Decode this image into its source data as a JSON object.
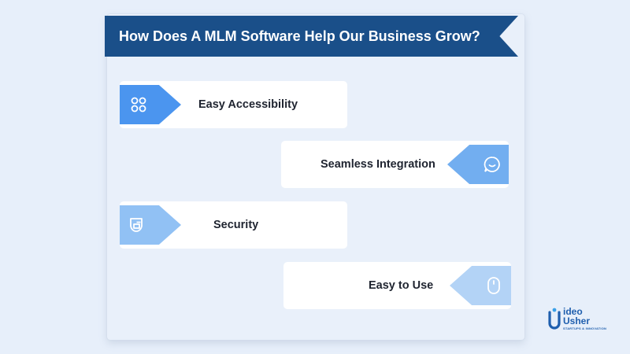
{
  "title": "How Does A MLM Software Help Our Business Grow?",
  "items": [
    {
      "label": "Easy Accessibility",
      "icon": "apps-grid-icon",
      "color": "#4b95ef"
    },
    {
      "label": "Seamless Integration",
      "icon": "chat-bubble-icon",
      "color": "#72aef0"
    },
    {
      "label": "Security",
      "icon": "shield-icon",
      "color": "#91c1f4"
    },
    {
      "label": "Easy to Use",
      "icon": "mouse-icon",
      "color": "#b3d3f6"
    }
  ],
  "logo": {
    "line1": "ideo",
    "line2": "Usher",
    "tagline": "STARTUPS & INNOVATION"
  },
  "colors": {
    "banner": "#1a4f89",
    "background": "#e7effa",
    "logo_blue": "#1f5fae"
  }
}
